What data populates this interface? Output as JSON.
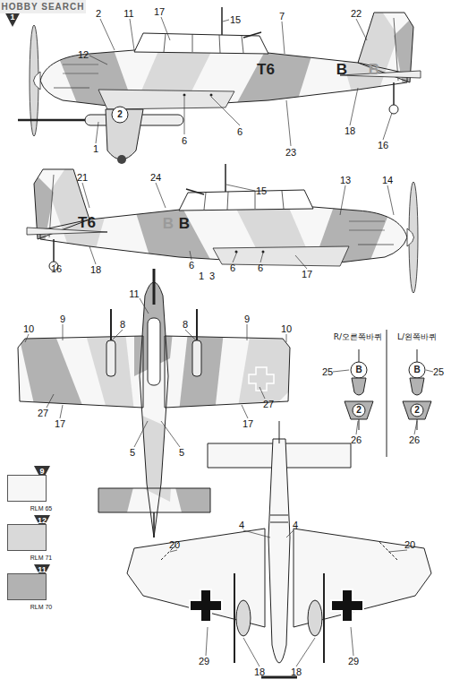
{
  "diagram": {
    "labels": [
      "HOBBY SEARCH",
      "1",
      "2",
      "11",
      "17",
      "15",
      "7",
      "22",
      "12",
      "T6",
      "B",
      "B",
      "2",
      "6",
      "6",
      "1",
      "18",
      "16",
      "23",
      "15",
      "21",
      "24",
      "13",
      "14",
      "T6",
      "B",
      "B",
      "16",
      "18",
      "6",
      "1",
      "3",
      "6",
      "6",
      "17",
      "11",
      "8",
      "8",
      "9",
      "9",
      "10",
      "10",
      "27",
      "27",
      "17",
      "17",
      "5",
      "5",
      "R/오른쪽바퀴",
      "L/왼쪽바퀴",
      "25",
      "B",
      "B",
      "25",
      "2",
      "2",
      "26",
      "26",
      "9",
      "12",
      "11",
      "4",
      "4",
      "20",
      "20",
      "29",
      "18",
      "18",
      "29"
    ],
    "legend": [
      {
        "text": "RLM 65",
        "color": "#f7f7f7"
      },
      {
        "text": "RLM 71",
        "color": "#d9d9d9"
      },
      {
        "text": "RLM 70",
        "color": "#b2b2b2"
      }
    ]
  }
}
